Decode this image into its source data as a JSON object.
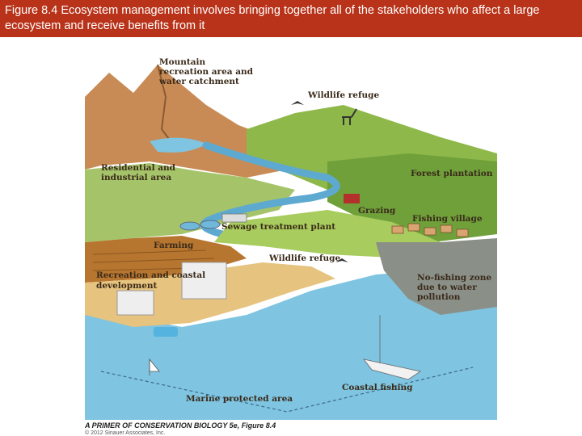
{
  "header": {
    "caption": "Figure 8.4  Ecosystem management involves bringing together all of the stakeholders who affect a large ecosystem and receive benefits from it"
  },
  "labels": {
    "mountain_1": "Mountain",
    "mountain_2": "recreation area and",
    "mountain_3": "water catchment",
    "wildlife_refuge_top": "Wildlife refuge",
    "residential_1": "Residential and",
    "residential_2": "industrial area",
    "forest_plantation": "Forest plantation",
    "grazing": "Grazing",
    "fishing_village": "Fishing village",
    "sewage": "Sewage treatment plant",
    "farming": "Farming",
    "wildlife_refuge_mid": "Wildlife refuge",
    "recreation_1": "Recreation and coastal",
    "recreation_2": "development",
    "nofishing_1": "No-fishing zone",
    "nofishing_2": "due to water",
    "nofishing_3": "pollution",
    "coastal_fishing": "Coastal fishing",
    "marine_protected": "Marine protected area"
  },
  "credit": {
    "line1": "A PRIMER OF CONSERVATION BIOLOGY 5e, Figure 8.4",
    "line2": "© 2012 Sinauer Associates, Inc."
  },
  "colors": {
    "header_bg": "#b83319",
    "sea": "#7fc4e0",
    "land_green": "#8fb84a",
    "mountain": "#c98b55"
  }
}
